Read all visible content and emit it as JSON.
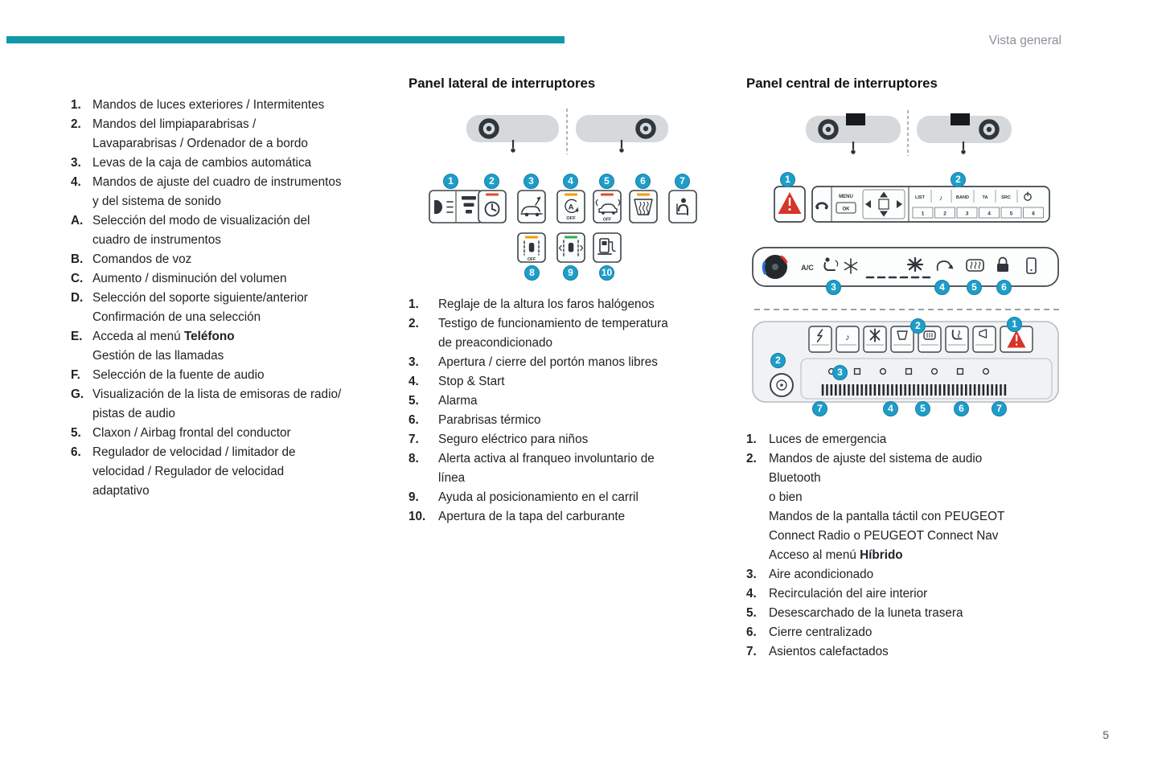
{
  "page": {
    "header_label": "Vista general",
    "page_number": "5"
  },
  "colors": {
    "accent_bar": "#0f99a8",
    "callout": "#1e9dc9",
    "warning_red": "#d7342a",
    "indicator_orange": "#f59b00",
    "indicator_green": "#2fae4f"
  },
  "left_column": {
    "items": [
      {
        "num": "1.",
        "lines": [
          "Mandos de luces exteriores / Intermitentes"
        ]
      },
      {
        "num": "2.",
        "lines": [
          "Mandos del limpiaparabrisas /",
          "Lavaparabrisas / Ordenador de a bordo"
        ]
      },
      {
        "num": "3.",
        "lines": [
          "Levas de la caja de cambios automática"
        ]
      },
      {
        "num": "4.",
        "lines": [
          "Mandos de ajuste del cuadro de instrumentos",
          "y del sistema de sonido"
        ]
      },
      {
        "num": "A.",
        "lines": [
          "Selección del modo de visualización del",
          "cuadro de instrumentos"
        ]
      },
      {
        "num": "B.",
        "lines": [
          "Comandos de voz"
        ]
      },
      {
        "num": "C.",
        "lines": [
          "Aumento / disminución del volumen"
        ]
      },
      {
        "num": "D.",
        "lines": [
          "Selección del soporte siguiente/anterior",
          "Confirmación de una selección"
        ]
      },
      {
        "num": "E.",
        "lines": [
          {
            "pre": "Acceda al menú ",
            "bold": "Teléfono"
          },
          "Gestión de las llamadas"
        ]
      },
      {
        "num": "F.",
        "lines": [
          "Selección de la fuente de audio"
        ]
      },
      {
        "num": "G.",
        "lines": [
          "Visualización de la lista de emisoras de radio/",
          "pistas de audio"
        ]
      },
      {
        "num": "5.",
        "lines": [
          "Claxon / Airbag frontal del conductor"
        ]
      },
      {
        "num": "6.",
        "lines": [
          "Regulador de velocidad / limitador de",
          "velocidad / Regulador de velocidad",
          "adaptativo"
        ]
      }
    ]
  },
  "middle_column": {
    "heading": "Panel lateral de interruptores",
    "button_labels": {
      "a": "A",
      "off": "OFF"
    },
    "items": [
      {
        "num": "1.",
        "lines": [
          "Reglaje de la altura los faros halógenos"
        ]
      },
      {
        "num": "2.",
        "lines": [
          "Testigo de funcionamiento de temperatura",
          "de preacondicionado"
        ]
      },
      {
        "num": "3.",
        "lines": [
          "Apertura / cierre del portón manos libres"
        ]
      },
      {
        "num": "4.",
        "lines": [
          "Stop & Start"
        ]
      },
      {
        "num": "5.",
        "lines": [
          "Alarma"
        ]
      },
      {
        "num": "6.",
        "lines": [
          "Parabrisas térmico"
        ]
      },
      {
        "num": "7.",
        "lines": [
          "Seguro eléctrico para niños"
        ]
      },
      {
        "num": "8.",
        "lines": [
          "Alerta activa al franqueo involuntario de",
          "línea"
        ]
      },
      {
        "num": "9.",
        "lines": [
          "Ayuda al posicionamiento en el carril"
        ]
      },
      {
        "num": "10.",
        "lines": [
          "Apertura de la tapa del carburante"
        ]
      }
    ]
  },
  "right_column": {
    "heading": "Panel central de interruptores",
    "audio_labels": {
      "menu": "MENU",
      "ok": "OK",
      "list": "LIST",
      "note": "♪",
      "band": "BAND",
      "ta": "TA",
      "src": "SRC",
      "presets": [
        "1",
        "2",
        "3",
        "4",
        "5",
        "6"
      ]
    },
    "climate_labels": {
      "ac": "A/C"
    },
    "items": [
      {
        "num": "1.",
        "lines": [
          "Luces de emergencia"
        ]
      },
      {
        "num": "2.",
        "lines": [
          "Mandos de ajuste del sistema de audio",
          "Bluetooth",
          "o bien",
          "Mandos de la pantalla táctil con PEUGEOT",
          "Connect Radio o PEUGEOT Connect Nav",
          {
            "pre": "Acceso al menú ",
            "bold": "Híbrido"
          }
        ]
      },
      {
        "num": "3.",
        "lines": [
          "Aire acondicionado"
        ]
      },
      {
        "num": "4.",
        "lines": [
          "Recirculación del aire interior"
        ]
      },
      {
        "num": "5.",
        "lines": [
          "Desescarchado de la luneta trasera"
        ]
      },
      {
        "num": "6.",
        "lines": [
          "Cierre centralizado"
        ]
      },
      {
        "num": "7.",
        "lines": [
          "Asientos calefactados"
        ]
      }
    ]
  },
  "callouts": {
    "middle_top": [
      "1",
      "2",
      "3",
      "4",
      "5",
      "6",
      "7"
    ],
    "middle_bottom": [
      "8",
      "9",
      "10"
    ],
    "right_audio": [
      "1",
      "2"
    ],
    "right_climate": [
      "3",
      "4",
      "5",
      "6"
    ],
    "right_lower": [
      "2",
      "1",
      "2",
      "3"
    ],
    "right_bottom": [
      "7",
      "4",
      "5",
      "6",
      "7"
    ]
  }
}
